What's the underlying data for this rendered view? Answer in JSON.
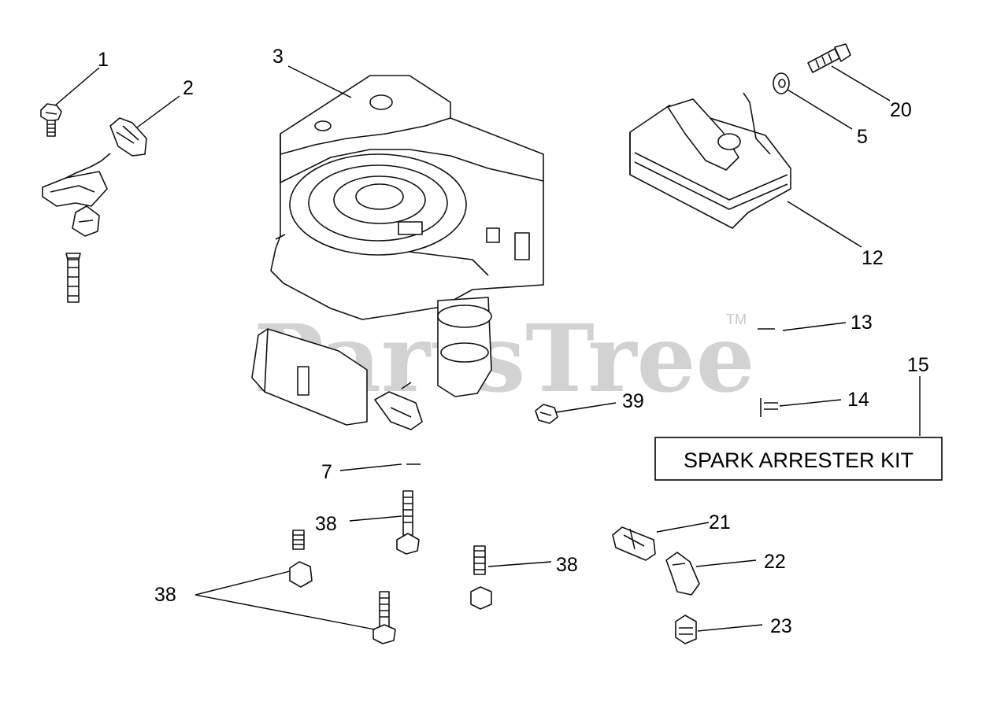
{
  "watermark": {
    "text": "PartsTree",
    "trademark": "TM"
  },
  "kit_box": {
    "text": "SPARK ARRESTER KIT"
  },
  "labels": [
    {
      "id": "1",
      "text": "1"
    },
    {
      "id": "2",
      "text": "2"
    },
    {
      "id": "3",
      "text": "3"
    },
    {
      "id": "20",
      "text": "20"
    },
    {
      "id": "5",
      "text": "5"
    },
    {
      "id": "12",
      "text": "12"
    },
    {
      "id": "13",
      "text": "13"
    },
    {
      "id": "15",
      "text": "15"
    },
    {
      "id": "14",
      "text": "14"
    },
    {
      "id": "39",
      "text": "39"
    },
    {
      "id": "7",
      "text": "7"
    },
    {
      "id": "38a",
      "text": "38"
    },
    {
      "id": "38b",
      "text": "38"
    },
    {
      "id": "38c",
      "text": "38"
    },
    {
      "id": "21",
      "text": "21"
    },
    {
      "id": "22",
      "text": "22"
    },
    {
      "id": "23",
      "text": "23"
    }
  ],
  "parts": [
    {
      "label": "1",
      "name": "bolt"
    },
    {
      "label": "2",
      "name": "ignition-coil-bracket"
    },
    {
      "label": "3",
      "name": "engine"
    },
    {
      "label": "20",
      "name": "screw"
    },
    {
      "label": "5",
      "name": "washer"
    },
    {
      "label": "12",
      "name": "muffler"
    },
    {
      "label": "13",
      "name": "spark-arrester-screen"
    },
    {
      "label": "14",
      "name": "screw"
    },
    {
      "label": "15",
      "name": "spark-arrester-kit"
    },
    {
      "label": "39",
      "name": "nut"
    },
    {
      "label": "7",
      "name": "pin"
    },
    {
      "label": "38",
      "name": "bolt"
    },
    {
      "label": "21",
      "name": "fitting"
    },
    {
      "label": "22",
      "name": "elbow"
    },
    {
      "label": "23",
      "name": "plug"
    }
  ]
}
